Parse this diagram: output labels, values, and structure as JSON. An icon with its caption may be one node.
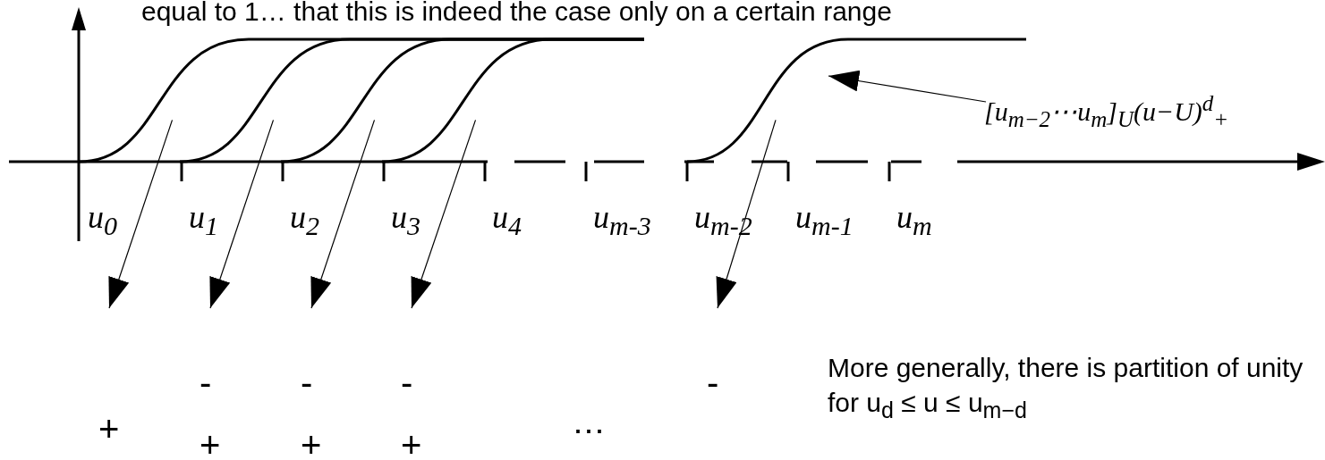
{
  "diagram": {
    "nodes": [
      {
        "text": [],
        "shape": "curve"
      },
      {
        "text": [],
        "shape": "curve"
      },
      {
        "text": [],
        "shape": "curve"
      },
      {
        "text": [],
        "shape": "curve"
      },
      {
        "text": [],
        "shape": "curve"
      },
      {
        "text": [
          "[u$_{m−2}$⋯u$_{m}$]$_{U}$(u−U)$^{d}$$_{+}$"
        ]
      },
      {
        "text": [
          "-",
          "+"
        ]
      },
      {
        "text": [
          "-",
          "+"
        ]
      },
      {
        "text": [
          "-",
          "+"
        ]
      },
      {
        "text": [
          "-"
        ]
      }
    ],
    "edges": [
      {
        "from": 0,
        "to": null,
        "arrow": "to"
      },
      {
        "from": 1,
        "to": 6,
        "arrow": "to"
      },
      {
        "from": 2,
        "to": 7,
        "arrow": "to"
      },
      {
        "from": 3,
        "to": 8,
        "arrow": "to"
      },
      {
        "from": 4,
        "to": 9,
        "arrow": "to"
      },
      {
        "from": 5,
        "to": 4,
        "arrow": "to"
      }
    ],
    "labels": [
      "equal to 1… that this is indeed the case only on a certain range",
      "u$_{0}$",
      "u$_{1}$",
      "u$_{2}$",
      "u$_{3}$",
      "u$_{4}$",
      "u$_{m-3}$",
      "u$_{m-2}$",
      "u$_{m-1}$",
      "u$_{m}$",
      "+",
      "⋯",
      "More generally, there is partition of unity for u$_{d}$ ≤ u ≤ u$_{m−d}$"
    ]
  }
}
